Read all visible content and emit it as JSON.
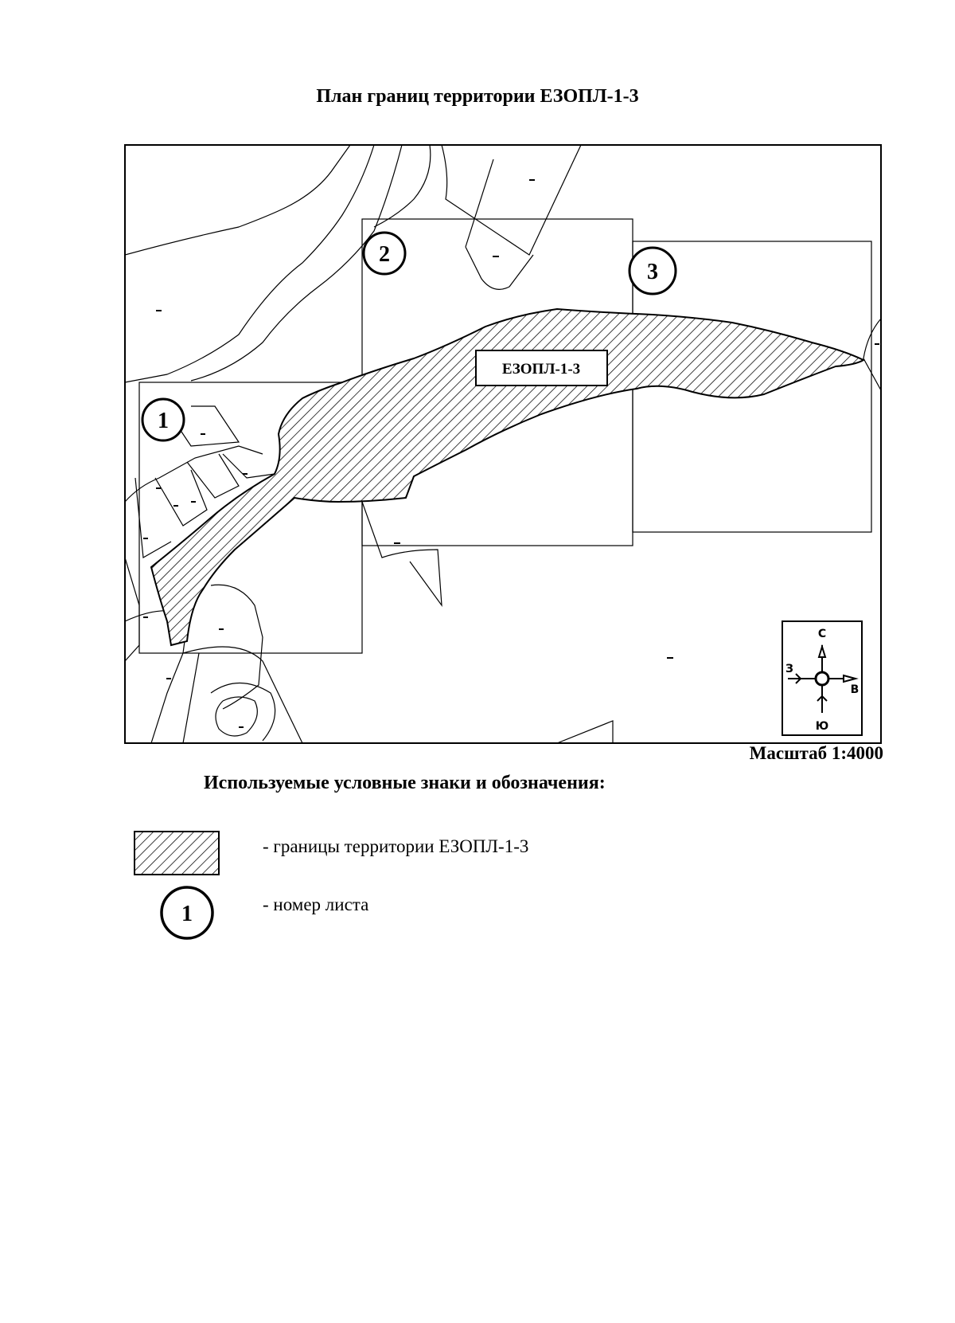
{
  "title": "План границ территории ЕЗОПЛ-1-3",
  "map": {
    "zone_label": "ЕЗОПЛ-1-3",
    "sheets": [
      "1",
      "2",
      "3"
    ],
    "compass": {
      "north": "С",
      "south": "Ю",
      "west": "З",
      "east": "В"
    }
  },
  "scale": "Масштаб 1:4000",
  "legend": {
    "title": "Используемые условные знаки и обозначения:",
    "items": [
      {
        "symbol": "hatch",
        "text": "- границы территории ЕЗОПЛ-1-3"
      },
      {
        "symbol": "circle",
        "symbol_text": "1",
        "text": "- номер листа"
      }
    ]
  }
}
